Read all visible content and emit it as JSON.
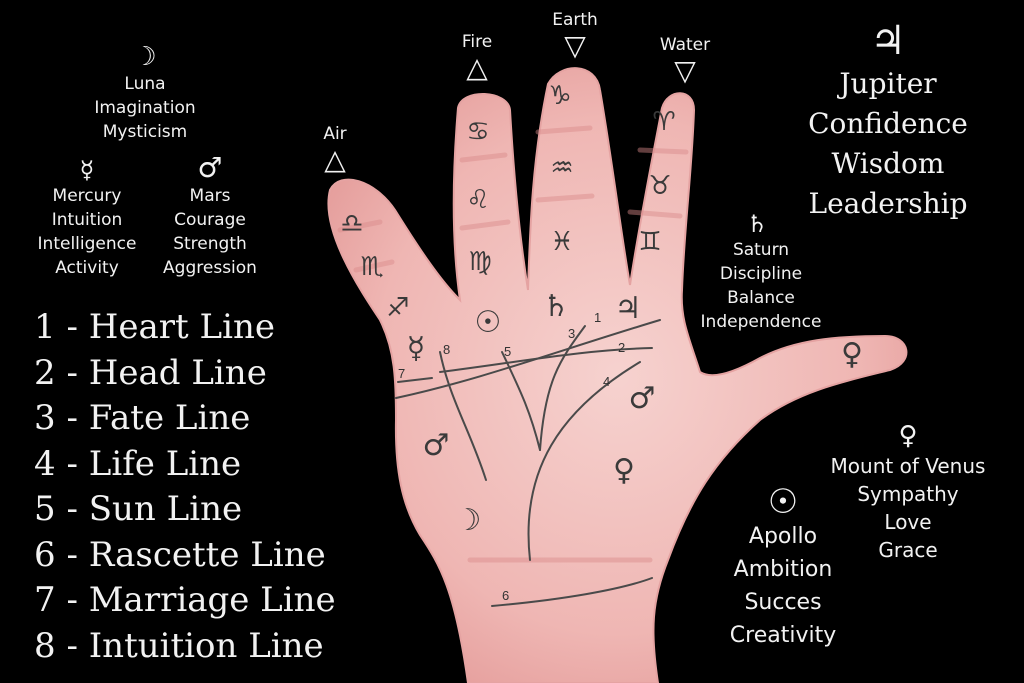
{
  "zodiac_labels": {
    "air": "Air",
    "fire": "Fire",
    "earth": "Earth",
    "water": "Water"
  },
  "symbols": {
    "moon": "☽",
    "mercury": "☿",
    "mars": "♂",
    "jupiter": "♃",
    "saturn": "♄",
    "sun": "☉",
    "venus": "♀",
    "air": "△",
    "fire": "△",
    "earth": "▽",
    "water": "▽"
  },
  "luna": [
    "Luna",
    "Imagination",
    "Mysticism"
  ],
  "mercury": [
    "Mercury",
    "Intuition",
    "Intelligence",
    "Activity"
  ],
  "mars": [
    "Mars",
    "Courage",
    "Strength",
    "Aggression"
  ],
  "jupiter": [
    "Jupiter",
    "Confidence",
    "Wisdom",
    "Leadership"
  ],
  "saturn": [
    "Saturn",
    "Discipline",
    "Balance",
    "Independence"
  ],
  "venus": [
    "Mount of Venus",
    "Sympathy",
    "Love",
    "Grace"
  ],
  "apollo": [
    "Apollo",
    "Ambition",
    "Succes",
    "Creativity"
  ],
  "palm_lines": [
    "1 - Heart Line",
    "2 - Head Line",
    "3 - Fate Line",
    "4 - Life Line",
    "5 - Sun Line",
    "6 - Rascette Line",
    "7 - Marriage Line",
    "8 - Intuition Line"
  ],
  "hand": {
    "line_numbers": [
      "1",
      "2",
      "3",
      "4",
      "5",
      "6",
      "7",
      "8"
    ],
    "finger_signs": {
      "little": [
        "♎",
        "♏",
        "♐"
      ],
      "ring": [
        "♋",
        "♌",
        "♍"
      ],
      "middle": [
        "♑",
        "♒",
        "♓"
      ],
      "index": [
        "♈",
        "♉",
        "♊"
      ]
    }
  }
}
